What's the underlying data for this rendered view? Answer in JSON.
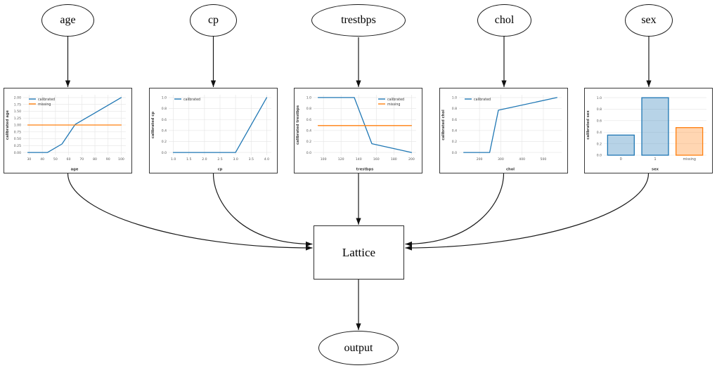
{
  "diagram": {
    "background": "#ffffff",
    "inputs": [
      {
        "label": "age"
      },
      {
        "label": "cp"
      },
      {
        "label": "trestbps"
      },
      {
        "label": "chol"
      },
      {
        "label": "sex"
      }
    ],
    "lattice": {
      "label": "Lattice"
    },
    "output": {
      "label": "output"
    }
  },
  "colors": {
    "calibrated": "#1f77b4",
    "missing": "#ff7f0e",
    "edge_line": "#1a1a1a",
    "grid": "#e4e4e4",
    "tick_text": "#555555",
    "axis_label_text": "#3d3d3d"
  },
  "chart_data": [
    {
      "type": "line",
      "xlabel": "age",
      "ylabel": "calibrated age",
      "xlim": [
        25.5,
        103.5
      ],
      "ylim": [
        -0.1,
        2.1
      ],
      "xticks": [
        30,
        40,
        50,
        60,
        70,
        80,
        90,
        100
      ],
      "xtick_labels": [
        "30",
        "40",
        "50",
        "60",
        "70",
        "80",
        "90",
        "100"
      ],
      "yticks": [
        0,
        0.25,
        0.5,
        0.75,
        1.0,
        1.25,
        1.5,
        1.75,
        2.0
      ],
      "ytick_labels": [
        "0.00",
        "0.25",
        "0.50",
        "0.75",
        "1.00",
        "1.25",
        "1.50",
        "1.75",
        "2.00"
      ],
      "grid": true,
      "legend": {
        "position": "top-left",
        "entries": [
          "calibrated",
          "missing"
        ]
      },
      "series": [
        {
          "name": "calibrated",
          "color": "#1f77b4",
          "x": [
            29,
            44,
            55,
            65,
            100
          ],
          "y": [
            0.0,
            0.0,
            0.31,
            1.02,
            2.0
          ]
        },
        {
          "name": "missing",
          "color": "#ff7f0e",
          "x": [
            29,
            100
          ],
          "y": [
            1.0,
            1.0
          ]
        }
      ]
    },
    {
      "type": "line",
      "xlabel": "cp",
      "ylabel": "calibrated cp",
      "xlim": [
        0.85,
        4.15
      ],
      "ylim": [
        -0.05,
        1.05
      ],
      "xticks": [
        1.0,
        1.5,
        2.0,
        2.5,
        3.0,
        3.5,
        4.0
      ],
      "xtick_labels": [
        "1.0",
        "1.5",
        "2.0",
        "2.5",
        "3.0",
        "3.5",
        "4.0"
      ],
      "yticks": [
        0,
        0.2,
        0.4,
        0.6,
        0.8,
        1.0
      ],
      "ytick_labels": [
        "0.0",
        "0.2",
        "0.4",
        "0.6",
        "0.8",
        "1.0"
      ],
      "grid": true,
      "legend": {
        "position": "top-left",
        "entries": [
          "calibrated"
        ]
      },
      "series": [
        {
          "name": "calibrated",
          "color": "#1f77b4",
          "x": [
            1,
            3,
            4
          ],
          "y": [
            0.0,
            0.0,
            1.0
          ]
        }
      ]
    },
    {
      "type": "line",
      "xlabel": "trestbps",
      "ylabel": "calibrated trestbps",
      "xlim": [
        88.7,
        205.3
      ],
      "ylim": [
        -0.05,
        1.05
      ],
      "xticks": [
        100,
        120,
        140,
        160,
        180,
        200
      ],
      "xtick_labels": [
        "100",
        "120",
        "140",
        "160",
        "180",
        "200"
      ],
      "yticks": [
        0,
        0.2,
        0.4,
        0.6,
        0.8,
        1.0
      ],
      "ytick_labels": [
        "0.0",
        "0.2",
        "0.4",
        "0.6",
        "0.8",
        "1.0"
      ],
      "grid": true,
      "legend": {
        "position": "top-right",
        "entries": [
          "calibrated",
          "missing"
        ]
      },
      "series": [
        {
          "name": "calibrated",
          "color": "#1f77b4",
          "x": [
            94,
            135,
            155,
            200
          ],
          "y": [
            1.0,
            1.0,
            0.16,
            0.0
          ]
        },
        {
          "name": "missing",
          "color": "#ff7f0e",
          "x": [
            94,
            200
          ],
          "y": [
            0.49,
            0.49
          ]
        }
      ]
    },
    {
      "type": "line",
      "xlabel": "chol",
      "ylabel": "calibrated chol",
      "xlim": [
        104,
        586
      ],
      "ylim": [
        -0.05,
        1.05
      ],
      "xticks": [
        200,
        300,
        400,
        500
      ],
      "xtick_labels": [
        "200",
        "300",
        "400",
        "500"
      ],
      "yticks": [
        0,
        0.2,
        0.4,
        0.6,
        0.8,
        1.0
      ],
      "ytick_labels": [
        "0.0",
        "0.2",
        "0.4",
        "0.6",
        "0.8",
        "1.0"
      ],
      "grid": true,
      "legend": {
        "position": "top-left",
        "entries": [
          "calibrated"
        ]
      },
      "series": [
        {
          "name": "calibrated",
          "color": "#1f77b4",
          "x": [
            126,
            248,
            289,
            564
          ],
          "y": [
            0.0,
            0.0,
            0.77,
            1.0
          ]
        }
      ]
    },
    {
      "type": "bar",
      "xlabel": "sex",
      "ylabel": "calibrated sex",
      "categories": [
        "0",
        "1",
        "missing"
      ],
      "values": [
        0.35,
        1.0,
        0.48
      ],
      "bar_colors": [
        "#1f77b4",
        "#1f77b4",
        "#ff7f0e"
      ],
      "ylim": [
        0,
        1.05
      ],
      "yticks": [
        0,
        0.2,
        0.4,
        0.6,
        0.8,
        1.0
      ],
      "ytick_labels": [
        "0.0",
        "0.2",
        "0.4",
        "0.6",
        "0.8",
        "1.0"
      ],
      "grid": true
    }
  ]
}
